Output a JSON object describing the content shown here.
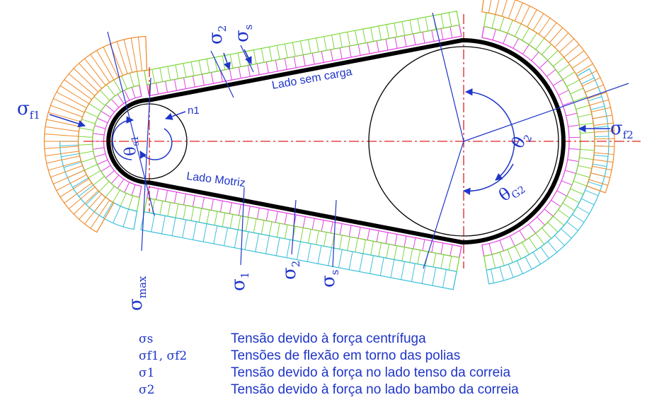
{
  "labels": {
    "lado_sem_carga": "Lado sem carga",
    "lado_motriz": "Lado Motriz",
    "n1": "n1"
  },
  "sigma_labels": {
    "f1": {
      "base": "σ",
      "sub": "f1"
    },
    "f2": {
      "base": "σ",
      "sub": "f2"
    },
    "two_top": {
      "base": "σ",
      "sub": "2"
    },
    "s_top": {
      "base": "σ",
      "sub": "s"
    },
    "max": {
      "base": "σ",
      "sub": "max"
    },
    "one": {
      "base": "σ",
      "sub": "1"
    },
    "two_bottom": {
      "base": "σ",
      "sub": "2"
    },
    "s_bottom": {
      "base": "σ",
      "sub": "s"
    }
  },
  "theta_labels": {
    "s1": {
      "base": "θ",
      "sub": "s1"
    },
    "two": {
      "base": "θ",
      "sub": "2"
    },
    "g2": {
      "base": "θ",
      "sub": "G2"
    }
  },
  "legend": [
    {
      "symbol": "σs",
      "text": "Tensão devido à força centrífuga"
    },
    {
      "symbol": "σf1, σf2",
      "text": "Tensões de flexão em torno das polias"
    },
    {
      "symbol": "σ1",
      "text": "Tensão devido à força no lado tenso da correia"
    },
    {
      "symbol": "σ2",
      "text": "Tensão devido à força no lado bambo da correia"
    }
  ],
  "colors": {
    "belt": "#000000",
    "centrifugal_band": "#e040e0",
    "slack_band": "#7cd83a",
    "tight_band": "#3cc0dc",
    "bending_band": "#f08a2a",
    "labels": "#1f35c8",
    "centerline": "#e02020"
  }
}
